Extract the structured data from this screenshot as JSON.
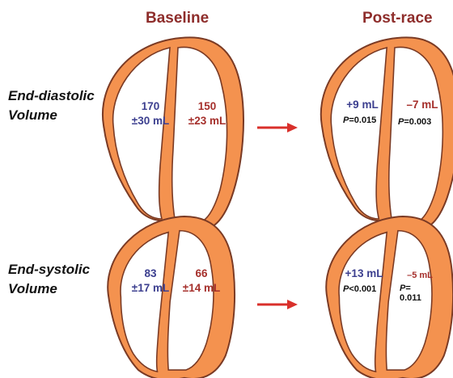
{
  "columns": {
    "baseline": "Baseline",
    "post_race": "Post-race"
  },
  "rows": {
    "edv": {
      "line1": "End-diastolic",
      "line2": "Volume"
    },
    "esv": {
      "line1": "End-systolic",
      "line2": "Volume"
    }
  },
  "baseline": {
    "edv": {
      "lv_value": "170",
      "lv_sd": "±30 mL",
      "rv_value": "150",
      "rv_sd": "±23 mL"
    },
    "esv": {
      "lv_value": "83",
      "lv_sd": "±17 mL",
      "rv_value": "66",
      "rv_sd": "±14 mL"
    }
  },
  "post_race": {
    "edv": {
      "lv_change": "+9 mL",
      "lv_p_label": "P",
      "lv_p_value": "=0.015",
      "rv_change": "–7 mL",
      "rv_p_label": "P",
      "rv_p_value": "=0.003"
    },
    "esv": {
      "lv_change": "+13 mL",
      "lv_p_label": "P",
      "lv_p_value": "<0.001",
      "rv_change": "–5 mL",
      "rv_p_label": "P",
      "rv_p_value": "=",
      "rv_p_value2": "0.011"
    }
  },
  "colors": {
    "myocardium": "#f4924f",
    "outline": "#7a3a24",
    "arrow": "#d9302b",
    "lv_text": "#3c3f8f",
    "rv_text": "#a52f2b",
    "title": "#8e2d2b"
  }
}
